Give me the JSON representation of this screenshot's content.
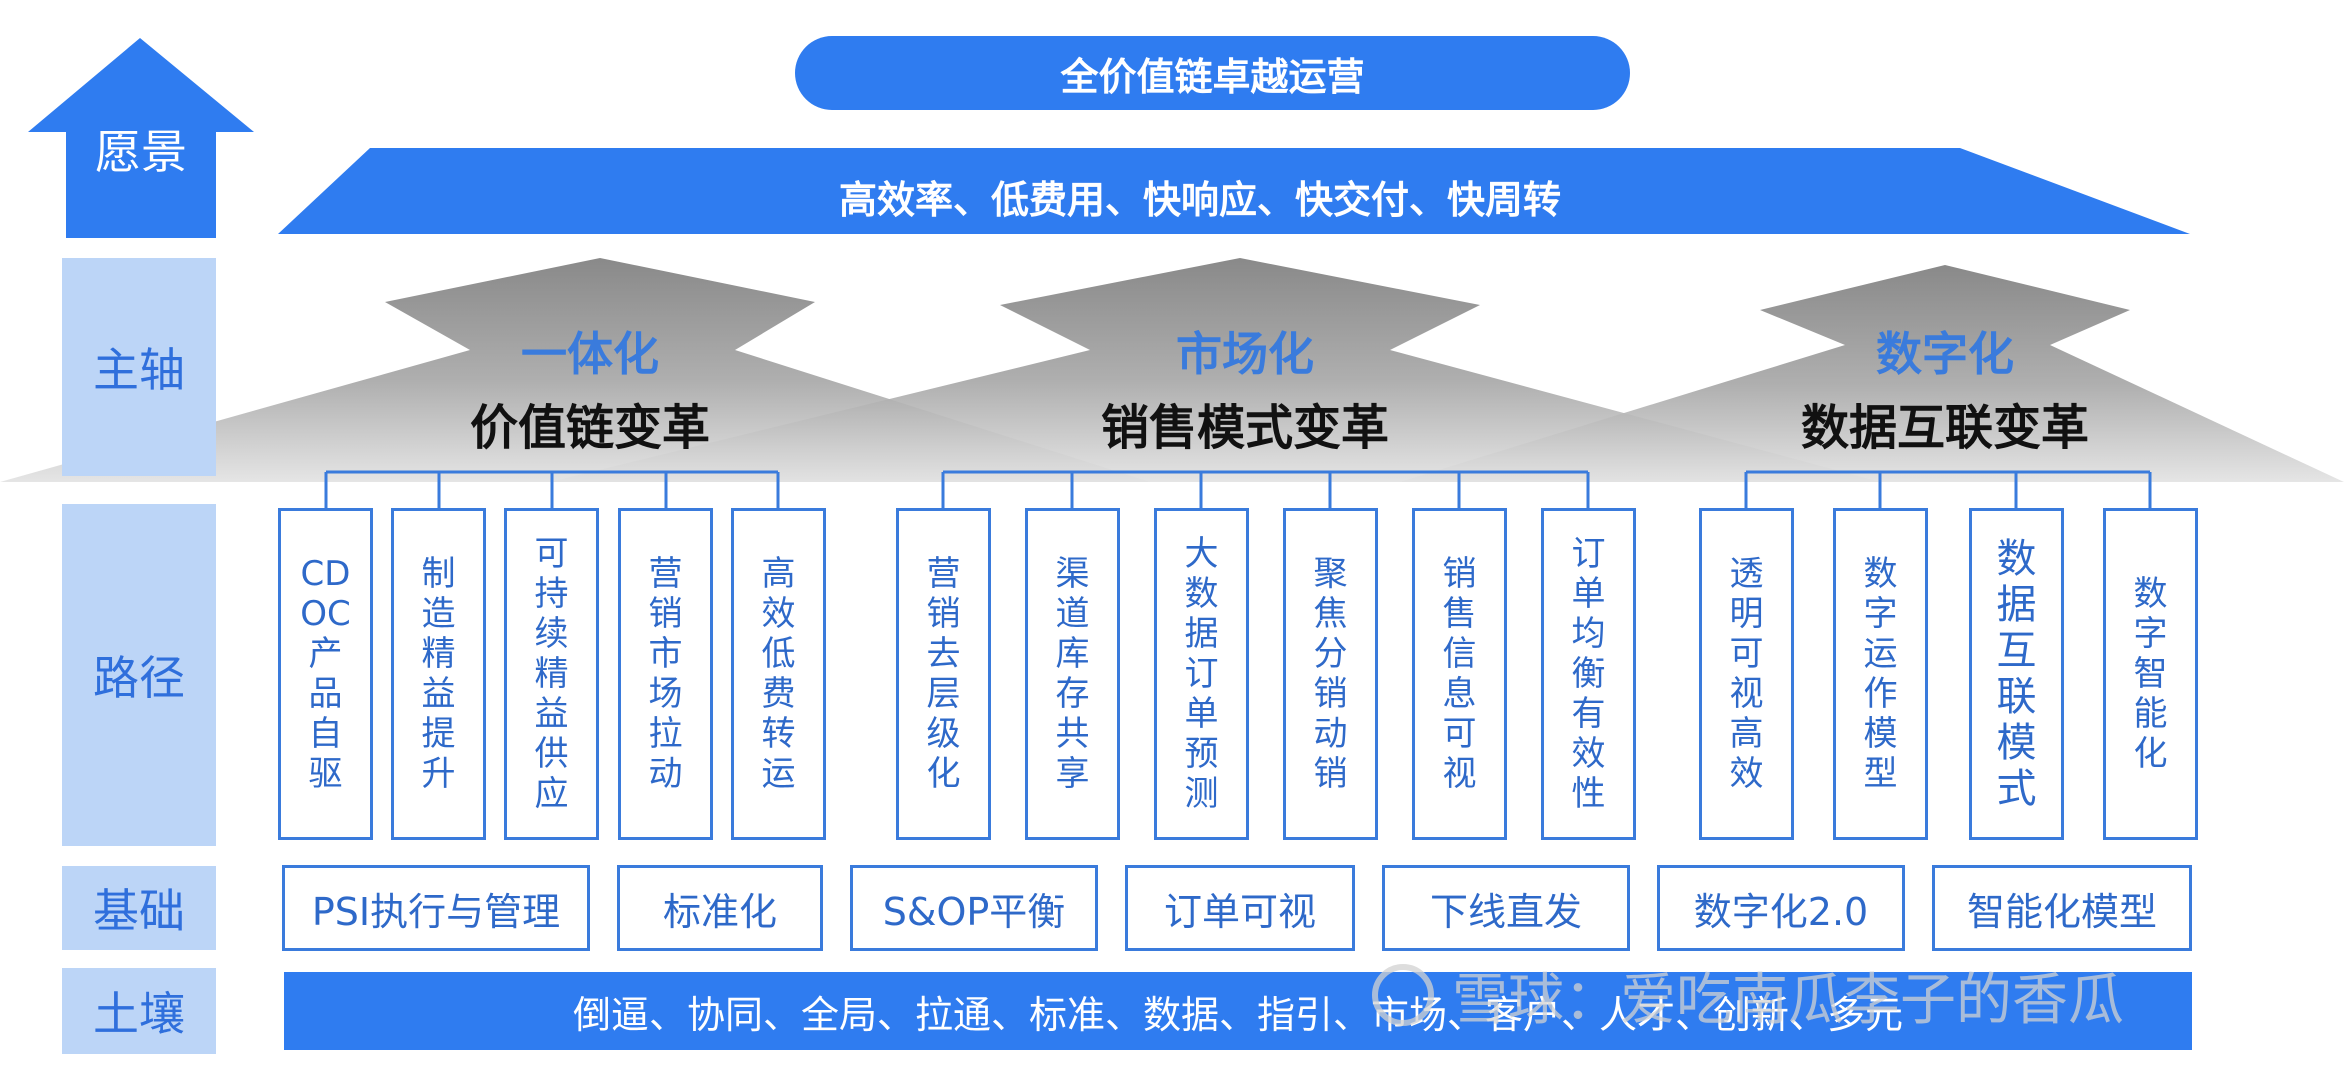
{
  "vision": {
    "label": "愿景",
    "pill": "全价值链卓越运营",
    "roof": "高效率、低费用、快响应、快交付、快周转"
  },
  "left_labels": {
    "axis": "主轴",
    "path": "路径",
    "foundation": "基础",
    "soil": "土壤"
  },
  "axes": [
    {
      "title": "一体化",
      "subtitle": "价值链变革"
    },
    {
      "title": "市场化",
      "subtitle": "销售模式变革"
    },
    {
      "title": "数字化",
      "subtitle": "数据互联变革"
    }
  ],
  "paths": [
    {
      "chars": [
        "CD",
        "OC",
        "产",
        "品",
        "自",
        "驱"
      ]
    },
    {
      "chars": [
        "制",
        "造",
        "精",
        "益",
        "提",
        "升"
      ]
    },
    {
      "chars": [
        "可",
        "持",
        "续",
        "精",
        "益",
        "供",
        "应"
      ]
    },
    {
      "chars": [
        "营",
        "销",
        "市",
        "场",
        "拉",
        "动"
      ]
    },
    {
      "chars": [
        "高",
        "效",
        "低",
        "费",
        "转",
        "运"
      ]
    },
    {
      "chars": [
        "营",
        "销",
        "去",
        "层",
        "级",
        "化"
      ]
    },
    {
      "chars": [
        "渠",
        "道",
        "库",
        "存",
        "共",
        "享"
      ]
    },
    {
      "chars": [
        "大",
        "数",
        "据",
        "订",
        "单",
        "预",
        "测"
      ]
    },
    {
      "chars": [
        "聚",
        "焦",
        "分",
        "销",
        "动",
        "销"
      ]
    },
    {
      "chars": [
        "销",
        "售",
        "信",
        "息",
        "可",
        "视"
      ]
    },
    {
      "chars": [
        "订",
        "单",
        "均",
        "衡",
        "有",
        "效",
        "性"
      ]
    },
    {
      "chars": [
        "透",
        "明",
        "可",
        "视",
        "高",
        "效"
      ]
    },
    {
      "chars": [
        "数",
        "字",
        "运",
        "作",
        "模",
        "型"
      ]
    },
    {
      "chars": [
        "数",
        "据",
        "互",
        "联",
        "模",
        "式"
      ]
    },
    {
      "chars": [
        "数",
        "字",
        "智",
        "能",
        "化"
      ]
    }
  ],
  "foundations": [
    "PSI执行与管理",
    "标准化",
    "S&OP平衡",
    "订单可视",
    "下线直发",
    "数字化2.0",
    "智能化模型"
  ],
  "soil": "倒逼、协同、全局、拉通、标准、数据、指引、市场、客户、人才、创新、多元",
  "watermark": "雪球：爱吃南瓜李子的香瓜",
  "colors": {
    "primary_blue": "#2f7cf0",
    "light_blue": "#bcd5f7",
    "box_border": "#3a7bdc",
    "mountain_gray": "#9a9a9a"
  }
}
